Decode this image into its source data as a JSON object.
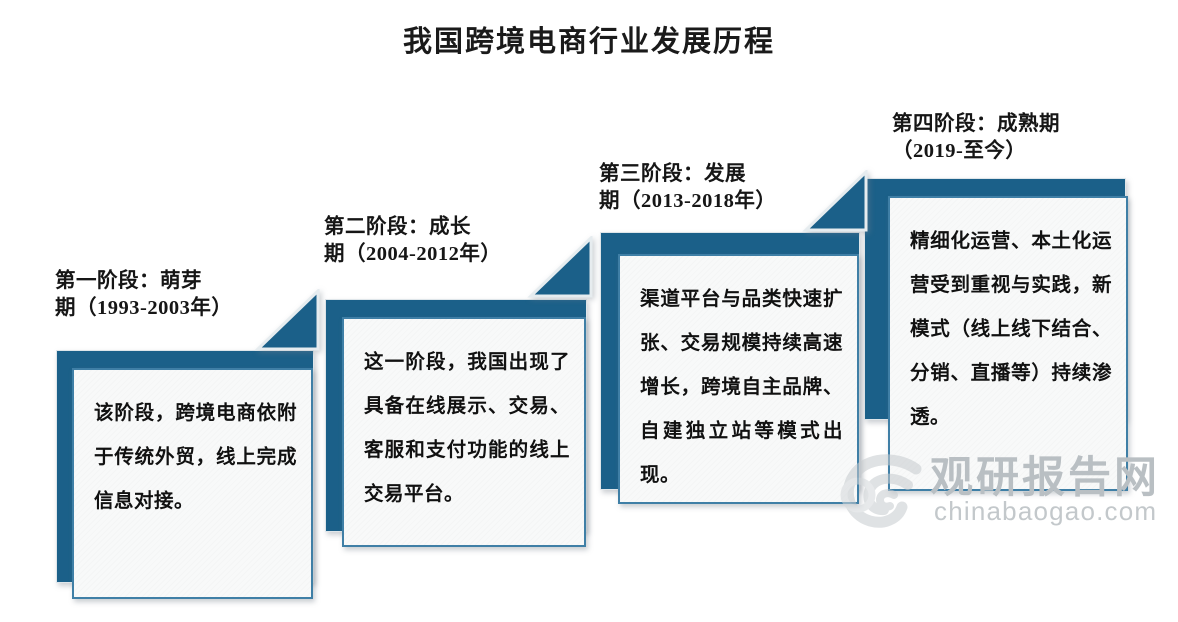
{
  "title": "我国跨境电商行业发展历程",
  "colors": {
    "slab_blue": "#1b6089",
    "card_border": "#3f7fa6",
    "card_fill": "#f8f9f9",
    "text": "#111111",
    "watermark": "#b9bfc3",
    "background": "#ffffff"
  },
  "stages": [
    {
      "index": "1",
      "label": "第一阶段：萌芽\n期（1993-2003年）",
      "label_name": "第一阶段：萌芽期",
      "period": "1993-2003年",
      "body": "该阶段，跨境电商依附于传统外贸，线上完成信息对接。"
    },
    {
      "index": "2",
      "label": "第二阶段：成长\n期（2004-2012年）",
      "label_name": "第二阶段：成长期",
      "period": "2004-2012年",
      "body": "这一阶段，我国出现了具备在线展示、交易、客服和支付功能的线上交易平台。"
    },
    {
      "index": "3",
      "label": "第三阶段：发展\n期（2013-2018年）",
      "label_name": "第三阶段：发展期",
      "period": "2013-2018年",
      "body": "渠道平台与品类快速扩张、交易规模持续高速增长，跨境自主品牌、自建独立站等模式出现。"
    },
    {
      "index": "4",
      "label": "第四阶段：成熟期\n（2019-至今）",
      "label_name": "第四阶段：成熟期",
      "period": "2019-至今",
      "body": "精细化运营、本土化运营受到重视与实践，新模式（线上线下结合、分销、直播等）持续渗透。"
    }
  ],
  "watermark": {
    "brand": "观研报告网",
    "url": "chinabaogao.com",
    "logo_icon": "spiral-swoosh-logo"
  }
}
